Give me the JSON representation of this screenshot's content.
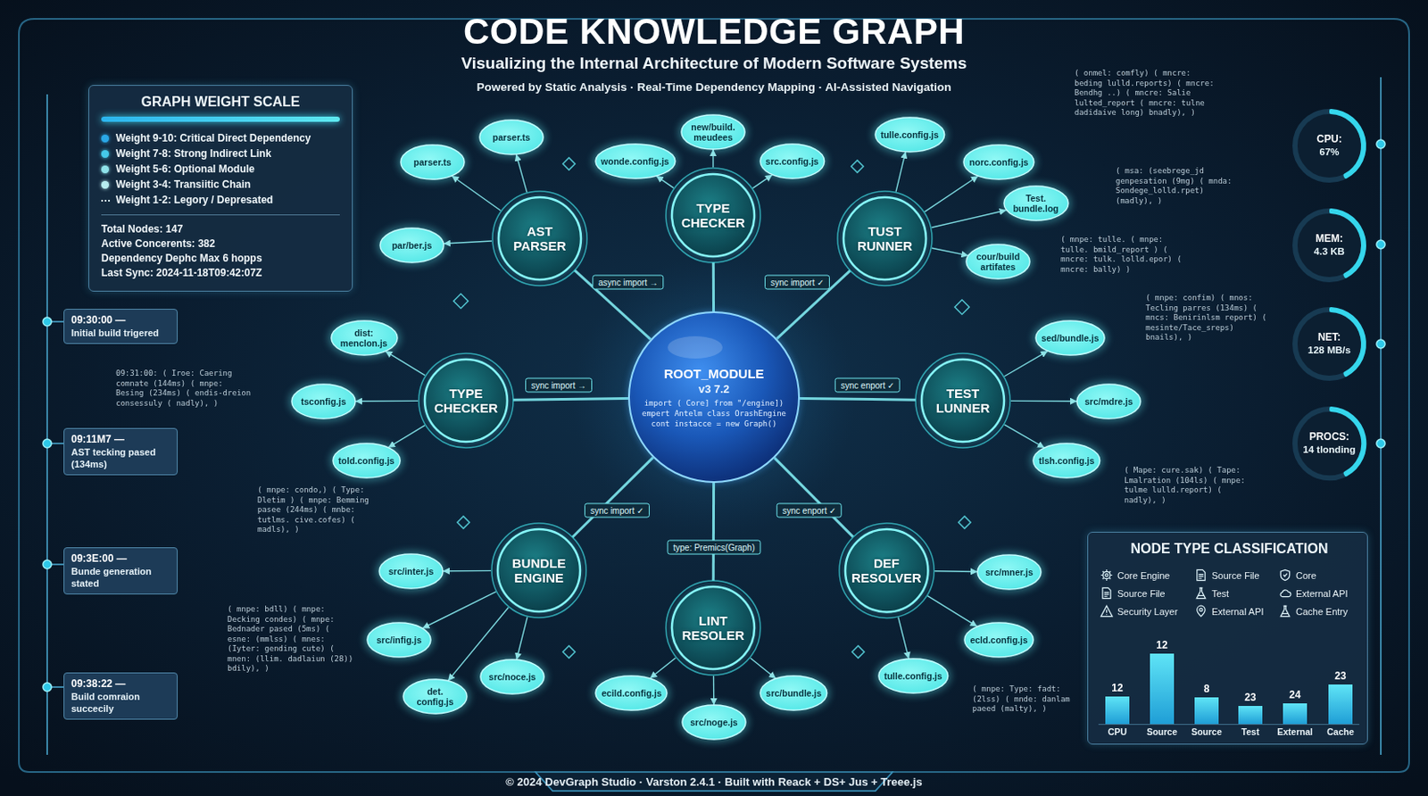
{
  "diagram": {
    "title": "CODE KNOWLEDGE GRAPH",
    "caption": "Visualizing the Internal Architecture of Modern Software Systems",
    "nodes": [
      {
        "text": [
          "GRAPH WEIGHT SCALE",
          "Total Nodes: 147",
          "Active Concerents: 382",
          "Dependency Dephc Max 6 hopps",
          "Last Sync: 2024-11-18T09:42:07Z"
        ]
      },
      {
        "text": [
          "ROOT_MODULE",
          "v3 7.2",
          "import ( Core] from \"/engine])",
          "empert Antelm class OrashEngine",
          "cont instacce = new Graph()"
        ]
      },
      {
        "text": [
          "AST PARSER"
        ]
      },
      {
        "text": [
          "TYPE CHECKER"
        ]
      },
      {
        "text": [
          "TUST RUNNER"
        ]
      },
      {
        "text": [
          "TYPE CHECKER"
        ]
      },
      {
        "text": [
          "TEST LUNNER"
        ]
      },
      {
        "text": [
          "BUNDLE ENGINE"
        ]
      },
      {
        "text": [
          "LINT RESOLER"
        ]
      },
      {
        "text": [
          "DEF RESOLVER"
        ]
      },
      {
        "text": [
          "parser.ts"
        ]
      },
      {
        "text": [
          "parser.ts"
        ]
      },
      {
        "text": [
          "par/ber.js"
        ]
      },
      {
        "text": [
          "wonde.config.js"
        ]
      },
      {
        "text": [
          "new/build. meudees"
        ]
      },
      {
        "text": [
          "src.config.js"
        ]
      },
      {
        "text": [
          "tulle.config.js"
        ]
      },
      {
        "text": [
          "norc.config.js"
        ]
      },
      {
        "text": [
          "Test. bundle.log"
        ]
      },
      {
        "text": [
          "cour/build artifates"
        ]
      },
      {
        "text": [
          "dist: menclon.js"
        ]
      },
      {
        "text": [
          "tsconfig.js"
        ]
      },
      {
        "text": [
          "told.config.js"
        ]
      },
      {
        "text": [
          "sed/bundle.js"
        ]
      },
      {
        "text": [
          "src/mdre.js"
        ]
      },
      {
        "text": [
          "tlsh.config.js"
        ]
      },
      {
        "text": [
          "src/inter.js"
        ]
      },
      {
        "text": [
          "src/infig.js"
        ]
      },
      {
        "text": [
          "det. config.js"
        ]
      },
      {
        "text": [
          "src/noce.js"
        ]
      },
      {
        "text": [
          "ecild.config.js"
        ]
      },
      {
        "text": [
          "src/noge.js"
        ]
      },
      {
        "text": [
          "src/bundle.js"
        ]
      },
      {
        "text": [
          "src/mner.js"
        ]
      },
      {
        "text": [
          "ecld.config.js"
        ]
      },
      {
        "text": [
          "tulle.config.js"
        ]
      },
      {
        "text": [
          "09:30:00 —",
          "Initial build trigered"
        ]
      },
      {
        "text": [
          "09:11M7 —",
          "AST tecking pased (134ms)"
        ]
      },
      {
        "text": [
          "09:3E:00 —",
          "Bunde generation stated"
        ]
      },
      {
        "text": [
          "09:38:22 —",
          "Build comraion succecily"
        ]
      },
      {
        "text": [
          "CPU:",
          "67%"
        ]
      },
      {
        "text": [
          "MEM:",
          "4.3 KB"
        ]
      },
      {
        "text": [
          "NET:",
          "128 MB/s"
        ]
      },
      {
        "text": [
          "PROCS:",
          "14 tlonding"
        ]
      },
      {
        "text": [
          "NODE TYPE CLASSIFICATION"
        ]
      }
    ],
    "edges": [
      {
        "from": 1,
        "to": 2,
        "arrow": "none",
        "label": "async import →"
      },
      {
        "from": 1,
        "to": 3,
        "arrow": "none"
      },
      {
        "from": 1,
        "to": 4,
        "arrow": "none",
        "label": "sync import ✓"
      },
      {
        "from": 1,
        "to": 5,
        "arrow": "none",
        "label": "sync import →"
      },
      {
        "from": 1,
        "to": 6,
        "arrow": "none",
        "label": "sync enport ✓"
      },
      {
        "from": 1,
        "to": 7,
        "arrow": "none",
        "label": "sync import ✓"
      },
      {
        "from": 1,
        "to": 8,
        "arrow": "none",
        "label": "type: Premics(Graph)"
      },
      {
        "from": 1,
        "to": 9,
        "arrow": "none",
        "label": "sync enport ✓"
      },
      {
        "from": 2,
        "to": 10,
        "arrow": "to"
      },
      {
        "from": 2,
        "to": 11,
        "arrow": "to"
      },
      {
        "from": 2,
        "to": 12,
        "arrow": "to"
      },
      {
        "from": 3,
        "to": 13,
        "arrow": "to"
      },
      {
        "from": 3,
        "to": 14,
        "arrow": "to"
      },
      {
        "from": 3,
        "to": 15,
        "arrow": "to"
      },
      {
        "from": 4,
        "to": 16,
        "arrow": "to"
      },
      {
        "from": 4,
        "to": 17,
        "arrow": "to"
      },
      {
        "from": 4,
        "to": 18,
        "arrow": "to"
      },
      {
        "from": 4,
        "to": 19,
        "arrow": "to"
      },
      {
        "from": 5,
        "to": 20,
        "arrow": "to"
      },
      {
        "from": 5,
        "to": 21,
        "arrow": "to"
      },
      {
        "from": 5,
        "to": 22,
        "arrow": "to"
      },
      {
        "from": 6,
        "to": 23,
        "arrow": "to"
      },
      {
        "from": 6,
        "to": 24,
        "arrow": "to"
      },
      {
        "from": 6,
        "to": 25,
        "arrow": "to"
      },
      {
        "from": 7,
        "to": 26,
        "arrow": "to"
      },
      {
        "from": 7,
        "to": 27,
        "arrow": "to"
      },
      {
        "from": 7,
        "to": 28,
        "arrow": "to"
      },
      {
        "from": 7,
        "to": 29,
        "arrow": "to"
      },
      {
        "from": 8,
        "to": 30,
        "arrow": "to"
      },
      {
        "from": 8,
        "to": 31,
        "arrow": "to"
      },
      {
        "from": 8,
        "to": 32,
        "arrow": "to"
      },
      {
        "from": 9,
        "to": 33,
        "arrow": "to"
      },
      {
        "from": 9,
        "to": 34,
        "arrow": "to"
      },
      {
        "from": 9,
        "to": 35,
        "arrow": "to"
      }
    ],
    "labels": [
      "Powered by Static Analysis · Real-Time Dependency Mapping · AI-Assisted Navigation",
      "( onmel: comfly) ( mncre: beding lulld.reports) ( mncre: Bendhg ..) ( mncre: Salie lulted_report ( mncre: tulne dadidaive long) bnadly), )",
      "( msa: (seebrege_jd genpesation (9mg) ( mnda: Sondege_lolld.rpet) (madly), )",
      "( mnpe: tulle. ( mnpe: tulle. bmild_report ) ( mncre: tulk. lolld.epor) ( mncre: bally) )",
      "( mnpe: confim) ( mnos: Tecling parres (134ms) ( mncs: Benirinlsm report) ( mesinte/Tace_sreps) bnails), )",
      "( Mape: cure.sak) ( Tape: Lmalration (104ls) ( mnpe: tulme lulld.report) ( nadly), )",
      "( mnpe: Type: fadt: (2lss) ( mnde: danlam paeed (malty), )",
      "09:31:00: ( Iroe: Caering comnate (144ms) ( mnpe: Besing (234ms) ( endis-dreion consessuly ( nadly), )",
      "( mnpe: condo,) ( Type: Dletim ) ( mnpe: Bemming pasee (244ms) ( mnbe: tutlms. cive.cofes) ( madls), )",
      "( mnpe: bdll) ( mnpe: Decking condes) ( mnpe: Bednader pased (5ms) ( esne: (mmlss) ( mnes: (Iyter: gending cute) ( mnen: (llim. dadlaiun (28)) bdily), )",
      "12",
      "12",
      "8",
      "23",
      "24",
      "23",
      "CPU",
      "Source",
      "Source",
      "Test",
      "External",
      "Cache",
      "© 2024 DevGraph Studio · Varston 2.4.1 · Built with Reack + DS+ Jus + Treee.js"
    ],
    "legend": [
      {
        "text": "Weight 9-10: Critical Direct Dependency",
        "color": "#2aa7e6"
      },
      {
        "text": "Weight 7-8: Strong Indirect Link",
        "color": "#45c9ea"
      },
      {
        "text": "Weight 5-6: Optional Module",
        "color": "#8fe2ea"
      },
      {
        "text": "Weight 3-4: Transiitic Chain",
        "color": "#b8eef0"
      },
      {
        "text": "Weight 1-2: Legory / Depresated"
      },
      {
        "text": "Core Engine"
      },
      {
        "text": "Source File"
      },
      {
        "text": "Core"
      },
      {
        "text": "Source File"
      },
      {
        "text": "Test"
      },
      {
        "text": "External API"
      },
      {
        "text": "Security Layer"
      },
      {
        "text": "External API"
      },
      {
        "text": "Cache Entry"
      }
    ]
  }
}
